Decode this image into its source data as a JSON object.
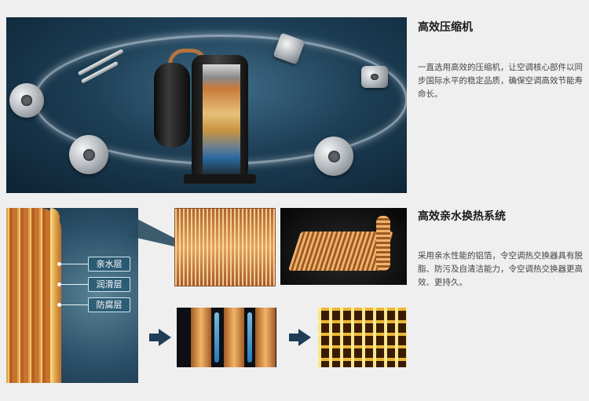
{
  "compressor_section": {
    "title": "高效压缩机",
    "description": "一直选用高效的压缩机，让空调核心部件以同步国际水平的稳定品质，确保空调高效节能寿命长。"
  },
  "heat_exchange_section": {
    "title": "高效亲水换热系统",
    "description": "采用亲水性能的铝箔，令空调热交换器具有脱脂、防污及自清洁能力，令空调热交换器更高效、更持久。"
  },
  "layer_labels": [
    "亲水层",
    "润滑层",
    "防腐层"
  ]
}
